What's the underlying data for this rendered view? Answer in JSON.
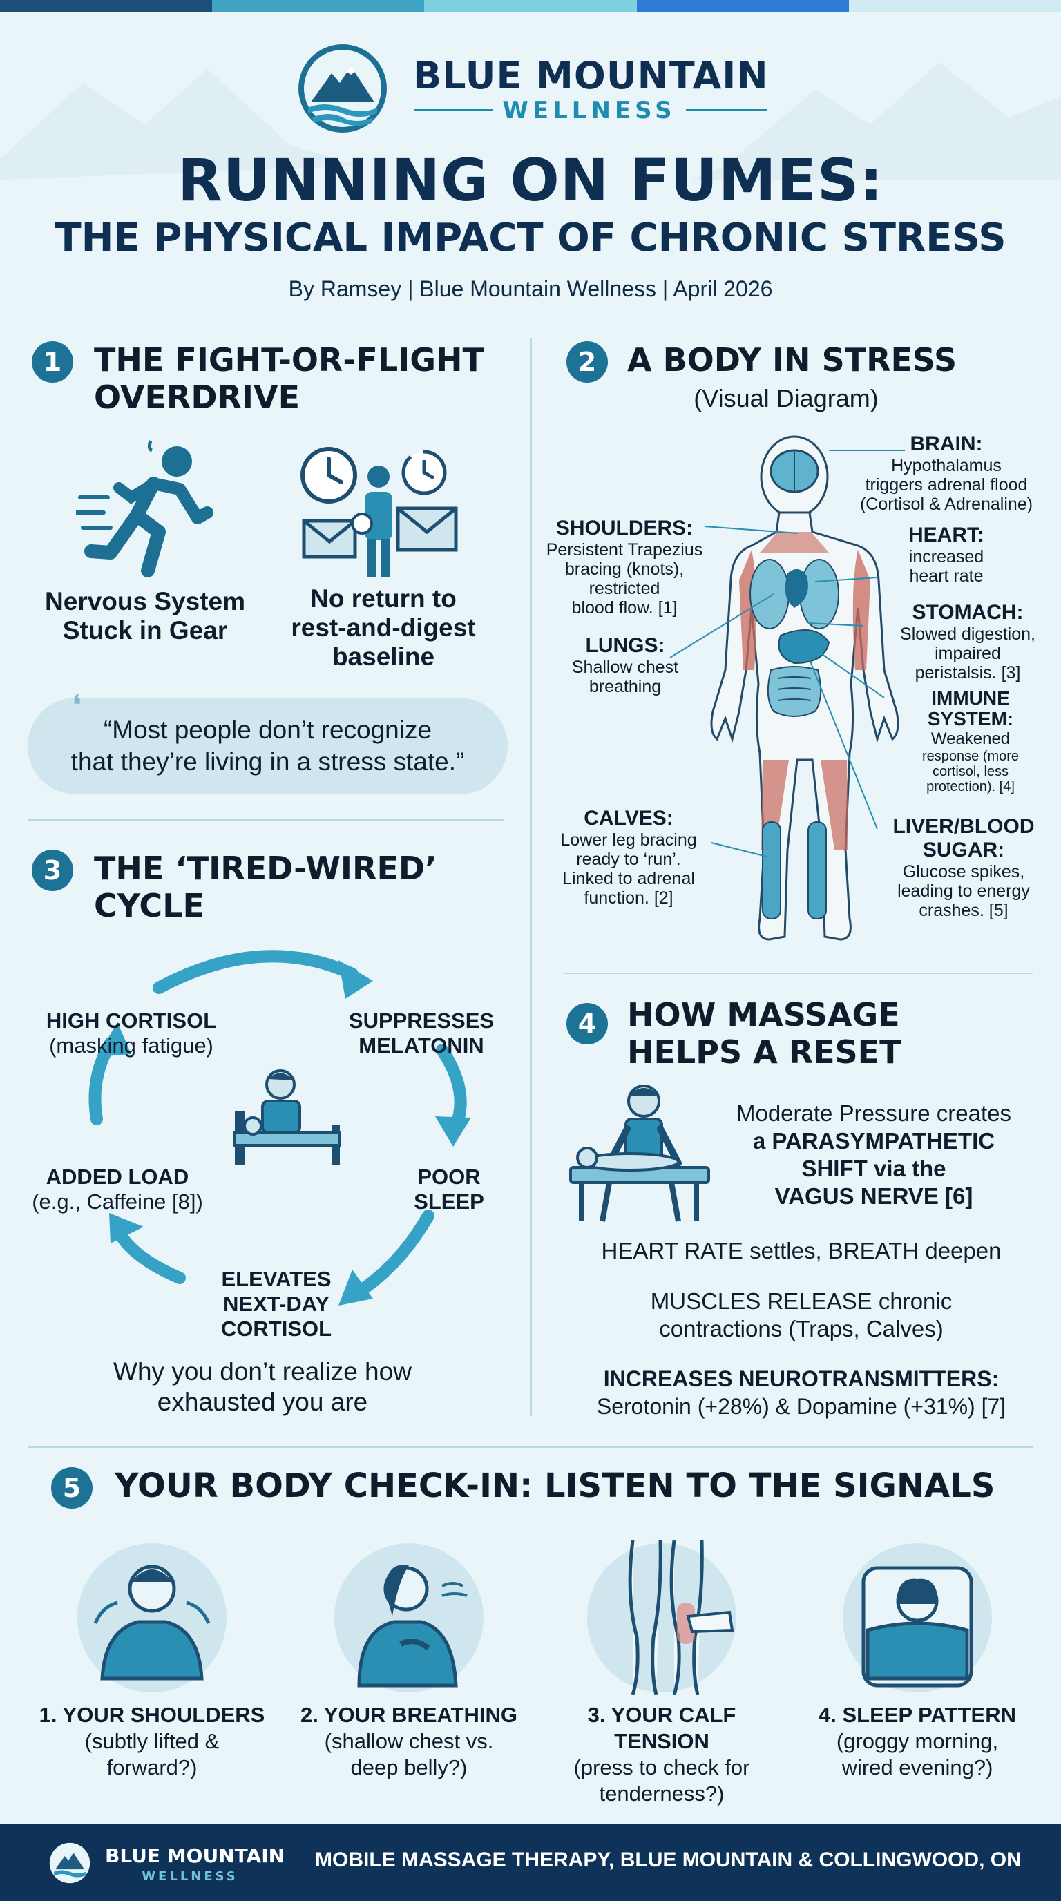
{
  "brand": {
    "name": "BLUE MOUNTAIN",
    "subtitle": "WELLNESS"
  },
  "header": {
    "title_line1": "RUNNING ON FUMES:",
    "title_line2": "THE PHYSICAL IMPACT OF CHRONIC STRESS",
    "byline": "By Ramsey | Blue Mountain Wellness | April 2026"
  },
  "colors": {
    "topbar": [
      "#1c4f7a",
      "#3fa3c4",
      "#7fd0e0",
      "#2e7ad6",
      "#cfeaf2"
    ],
    "accent": "#1d7395",
    "dark": "#0f3358"
  },
  "section1": {
    "number": "1",
    "title_line1": "THE FIGHT-OR-FLIGHT",
    "title_line2": "OVERDRIVE",
    "item1_line1": "Nervous System",
    "item1_line2": "Stuck in Gear",
    "item2_line1": "No return to",
    "item2_line2": "rest-and-digest",
    "item2_line3": "baseline",
    "quote_line1": "“Most people don’t recognize",
    "quote_line2": "that they’re living in a stress state.”",
    "icon1": "running-person-icon",
    "icon2": "overwhelmed-person-icon"
  },
  "section2": {
    "number": "2",
    "title": "A BODY IN STRESS",
    "subtitle": "(Visual Diagram)",
    "labels": [
      {
        "key": "brain",
        "head": "BRAIN:",
        "lines": [
          "Hypothalamus",
          "triggers adrenal flood",
          "(Cortisol & Adrenaline)"
        ]
      },
      {
        "key": "shoulders",
        "head": "SHOULDERS:",
        "lines": [
          "Persistent Trapezius",
          "bracing (knots),",
          "restricted",
          "blood flow. [1]"
        ]
      },
      {
        "key": "heart",
        "head": "HEART:",
        "lines": [
          "increased",
          "heart rate"
        ]
      },
      {
        "key": "stomach",
        "head": "STOMACH:",
        "lines": [
          "Slowed digestion,",
          "impaired",
          "peristalsis. [3]"
        ]
      },
      {
        "key": "lungs",
        "head": "LUNGS:",
        "lines": [
          "Shallow chest",
          "breathing"
        ]
      },
      {
        "key": "immune",
        "head": "IMMUNE SYSTEM:",
        "lines": [
          "Weakened",
          "response (more",
          "cortisol, less",
          "protection). [4]"
        ]
      },
      {
        "key": "calves",
        "head": "CALVES:",
        "lines": [
          "Lower leg bracing",
          "ready to ‘run’.",
          "Linked to adrenal",
          "function. [2]"
        ]
      },
      {
        "key": "liver",
        "head": "LIVER/BLOOD SUGAR:",
        "lines": [
          "Glucose spikes,",
          "leading to energy",
          "crashes. [5]"
        ]
      }
    ]
  },
  "section3": {
    "number": "3",
    "title_line1": "THE ‘TIRED-WIRED’",
    "title_line2": "CYCLE",
    "nodes": [
      {
        "line1": "HIGH CORTISOL",
        "line2": "(masking fatigue)"
      },
      {
        "line1": "SUPPRESSES",
        "line2": "MELATONIN"
      },
      {
        "line1": "POOR",
        "line2": "SLEEP"
      },
      {
        "line1": "ELEVATES",
        "line2": "NEXT-DAY",
        "line3": "CORTISOL"
      },
      {
        "line1": "ADDED LOAD",
        "line2": "(e.g., Caffeine [8])"
      }
    ],
    "caption_line1": "Why you don’t realize how",
    "caption_line2": "exhausted you are"
  },
  "section4": {
    "number": "4",
    "title_line1": "HOW MASSAGE",
    "title_line2": "HELPS A RESET",
    "intro_line1": "Moderate Pressure creates",
    "intro_line2": "a PARASYMPATHETIC",
    "intro_line3": "SHIFT via the",
    "intro_line4": "VAGUS NERVE [6]",
    "point1": "HEART RATE settles, BREATH deepen",
    "point2_line1": "MUSCLES RELEASE chronic",
    "point2_line2": "contractions (Traps, Calves)",
    "point3_line1": "INCREASES NEUROTRANSMITTERS:",
    "point3_line2": "Serotonin (+28%) & Dopamine (+31%) [7]"
  },
  "section5": {
    "number": "5",
    "title": "YOUR BODY CHECK-IN: LISTEN TO THE SIGNALS",
    "items": [
      {
        "line1": "1. YOUR SHOULDERS",
        "line2": "(subtly lifted &",
        "line3": "forward?)",
        "icon": "shoulders-icon"
      },
      {
        "line1": "2. YOUR BREATHING",
        "line2": "(shallow chest vs.",
        "line3": "deep belly?)",
        "icon": "breathing-icon"
      },
      {
        "line1": "3. YOUR CALF TENSION",
        "line2": "(press to check for",
        "line3": "tenderness?)",
        "icon": "calf-icon"
      },
      {
        "line1": "4. SLEEP PATTERN",
        "line2": "(groggy morning,",
        "line3": "wired evening?)",
        "icon": "sleep-icon"
      }
    ]
  },
  "footer": {
    "brand_name": "BLUE MOUNTAIN",
    "brand_sub": "WELLNESS",
    "tagline": "MOBILE MASSAGE THERAPY, BLUE MOUNTAIN & COLLINGWOOD, ON"
  }
}
